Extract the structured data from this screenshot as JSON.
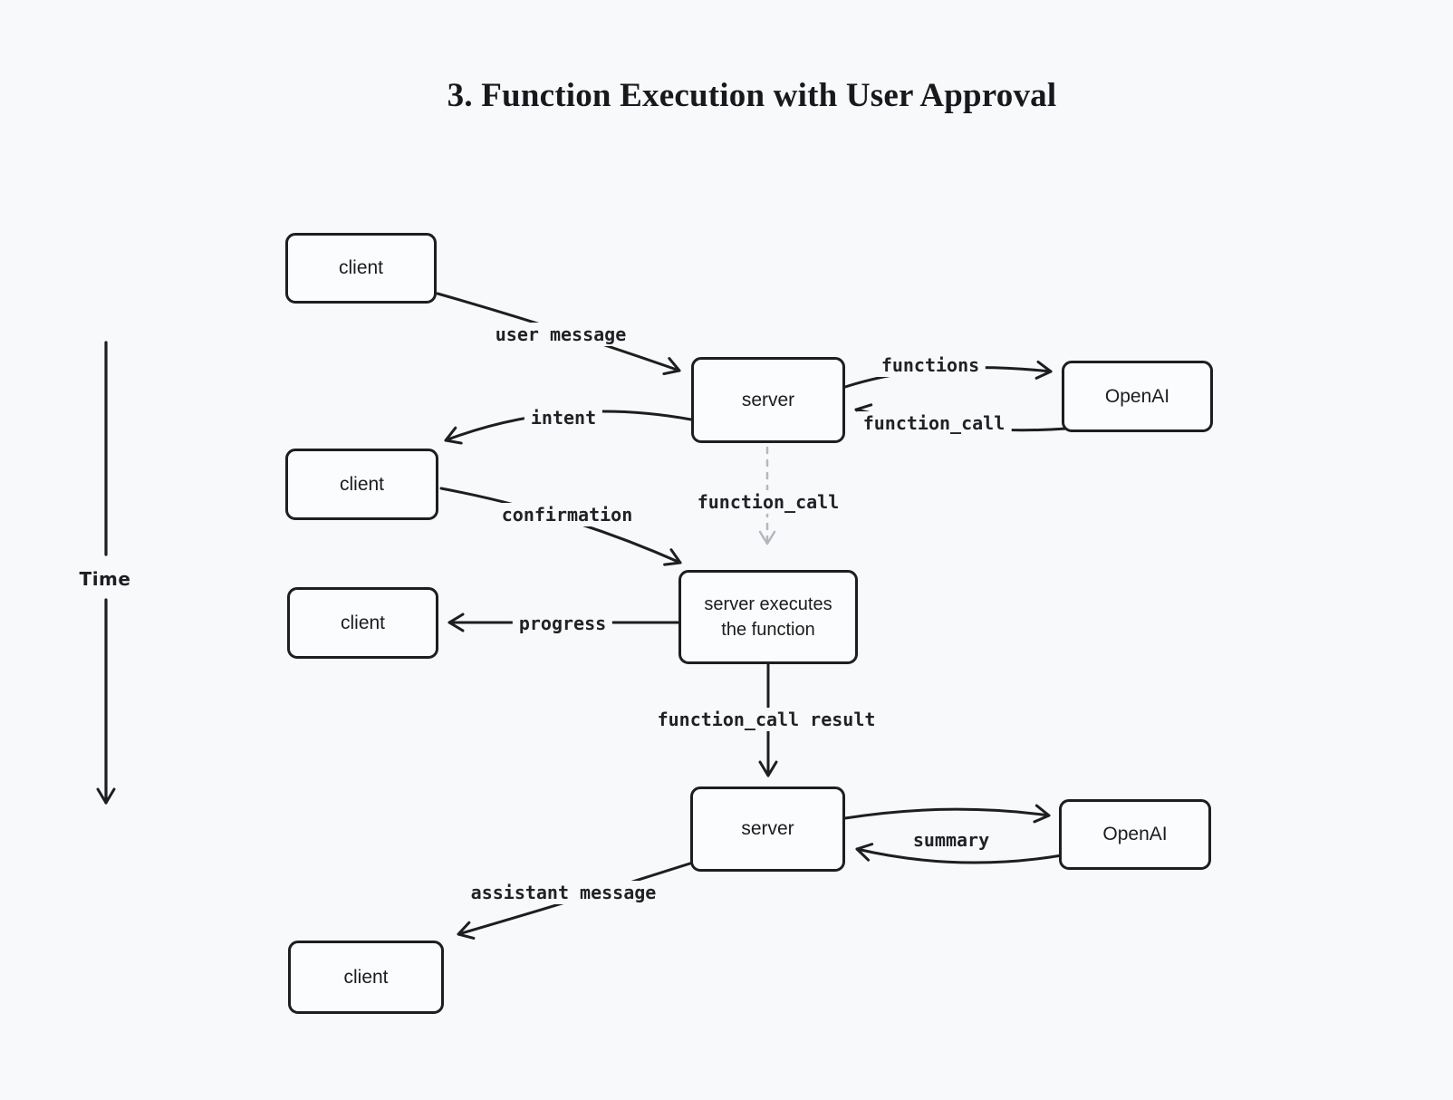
{
  "title": "3. Function Execution with User Approval",
  "time_axis": {
    "label": "Time"
  },
  "nodes": [
    {
      "id": "client-1",
      "label": "client"
    },
    {
      "id": "server-1",
      "label": "server"
    },
    {
      "id": "openai-1",
      "label": "OpenAI"
    },
    {
      "id": "client-2",
      "label": "client"
    },
    {
      "id": "server-exec",
      "label": "server executes the function",
      "line1": "server executes",
      "line2": "the function"
    },
    {
      "id": "client-3",
      "label": "client"
    },
    {
      "id": "server-2",
      "label": "server"
    },
    {
      "id": "openai-2",
      "label": "OpenAI"
    },
    {
      "id": "client-4",
      "label": "client"
    }
  ],
  "edges": [
    {
      "id": "user-message",
      "label": "user message"
    },
    {
      "id": "functions",
      "label": "functions"
    },
    {
      "id": "function-call-return",
      "label": "function_call"
    },
    {
      "id": "intent",
      "label": "intent"
    },
    {
      "id": "function-call-dispatch",
      "label": "function_call"
    },
    {
      "id": "confirmation",
      "label": "confirmation"
    },
    {
      "id": "progress",
      "label": "progress"
    },
    {
      "id": "function-call-result",
      "label": "function_call result"
    },
    {
      "id": "summary",
      "label": "summary"
    },
    {
      "id": "assistant-message",
      "label": "assistant message"
    }
  ],
  "colors": {
    "background": "#f8f9fb",
    "stroke": "#1e1e1e",
    "dashed_arrow": "#b4b8bd"
  }
}
